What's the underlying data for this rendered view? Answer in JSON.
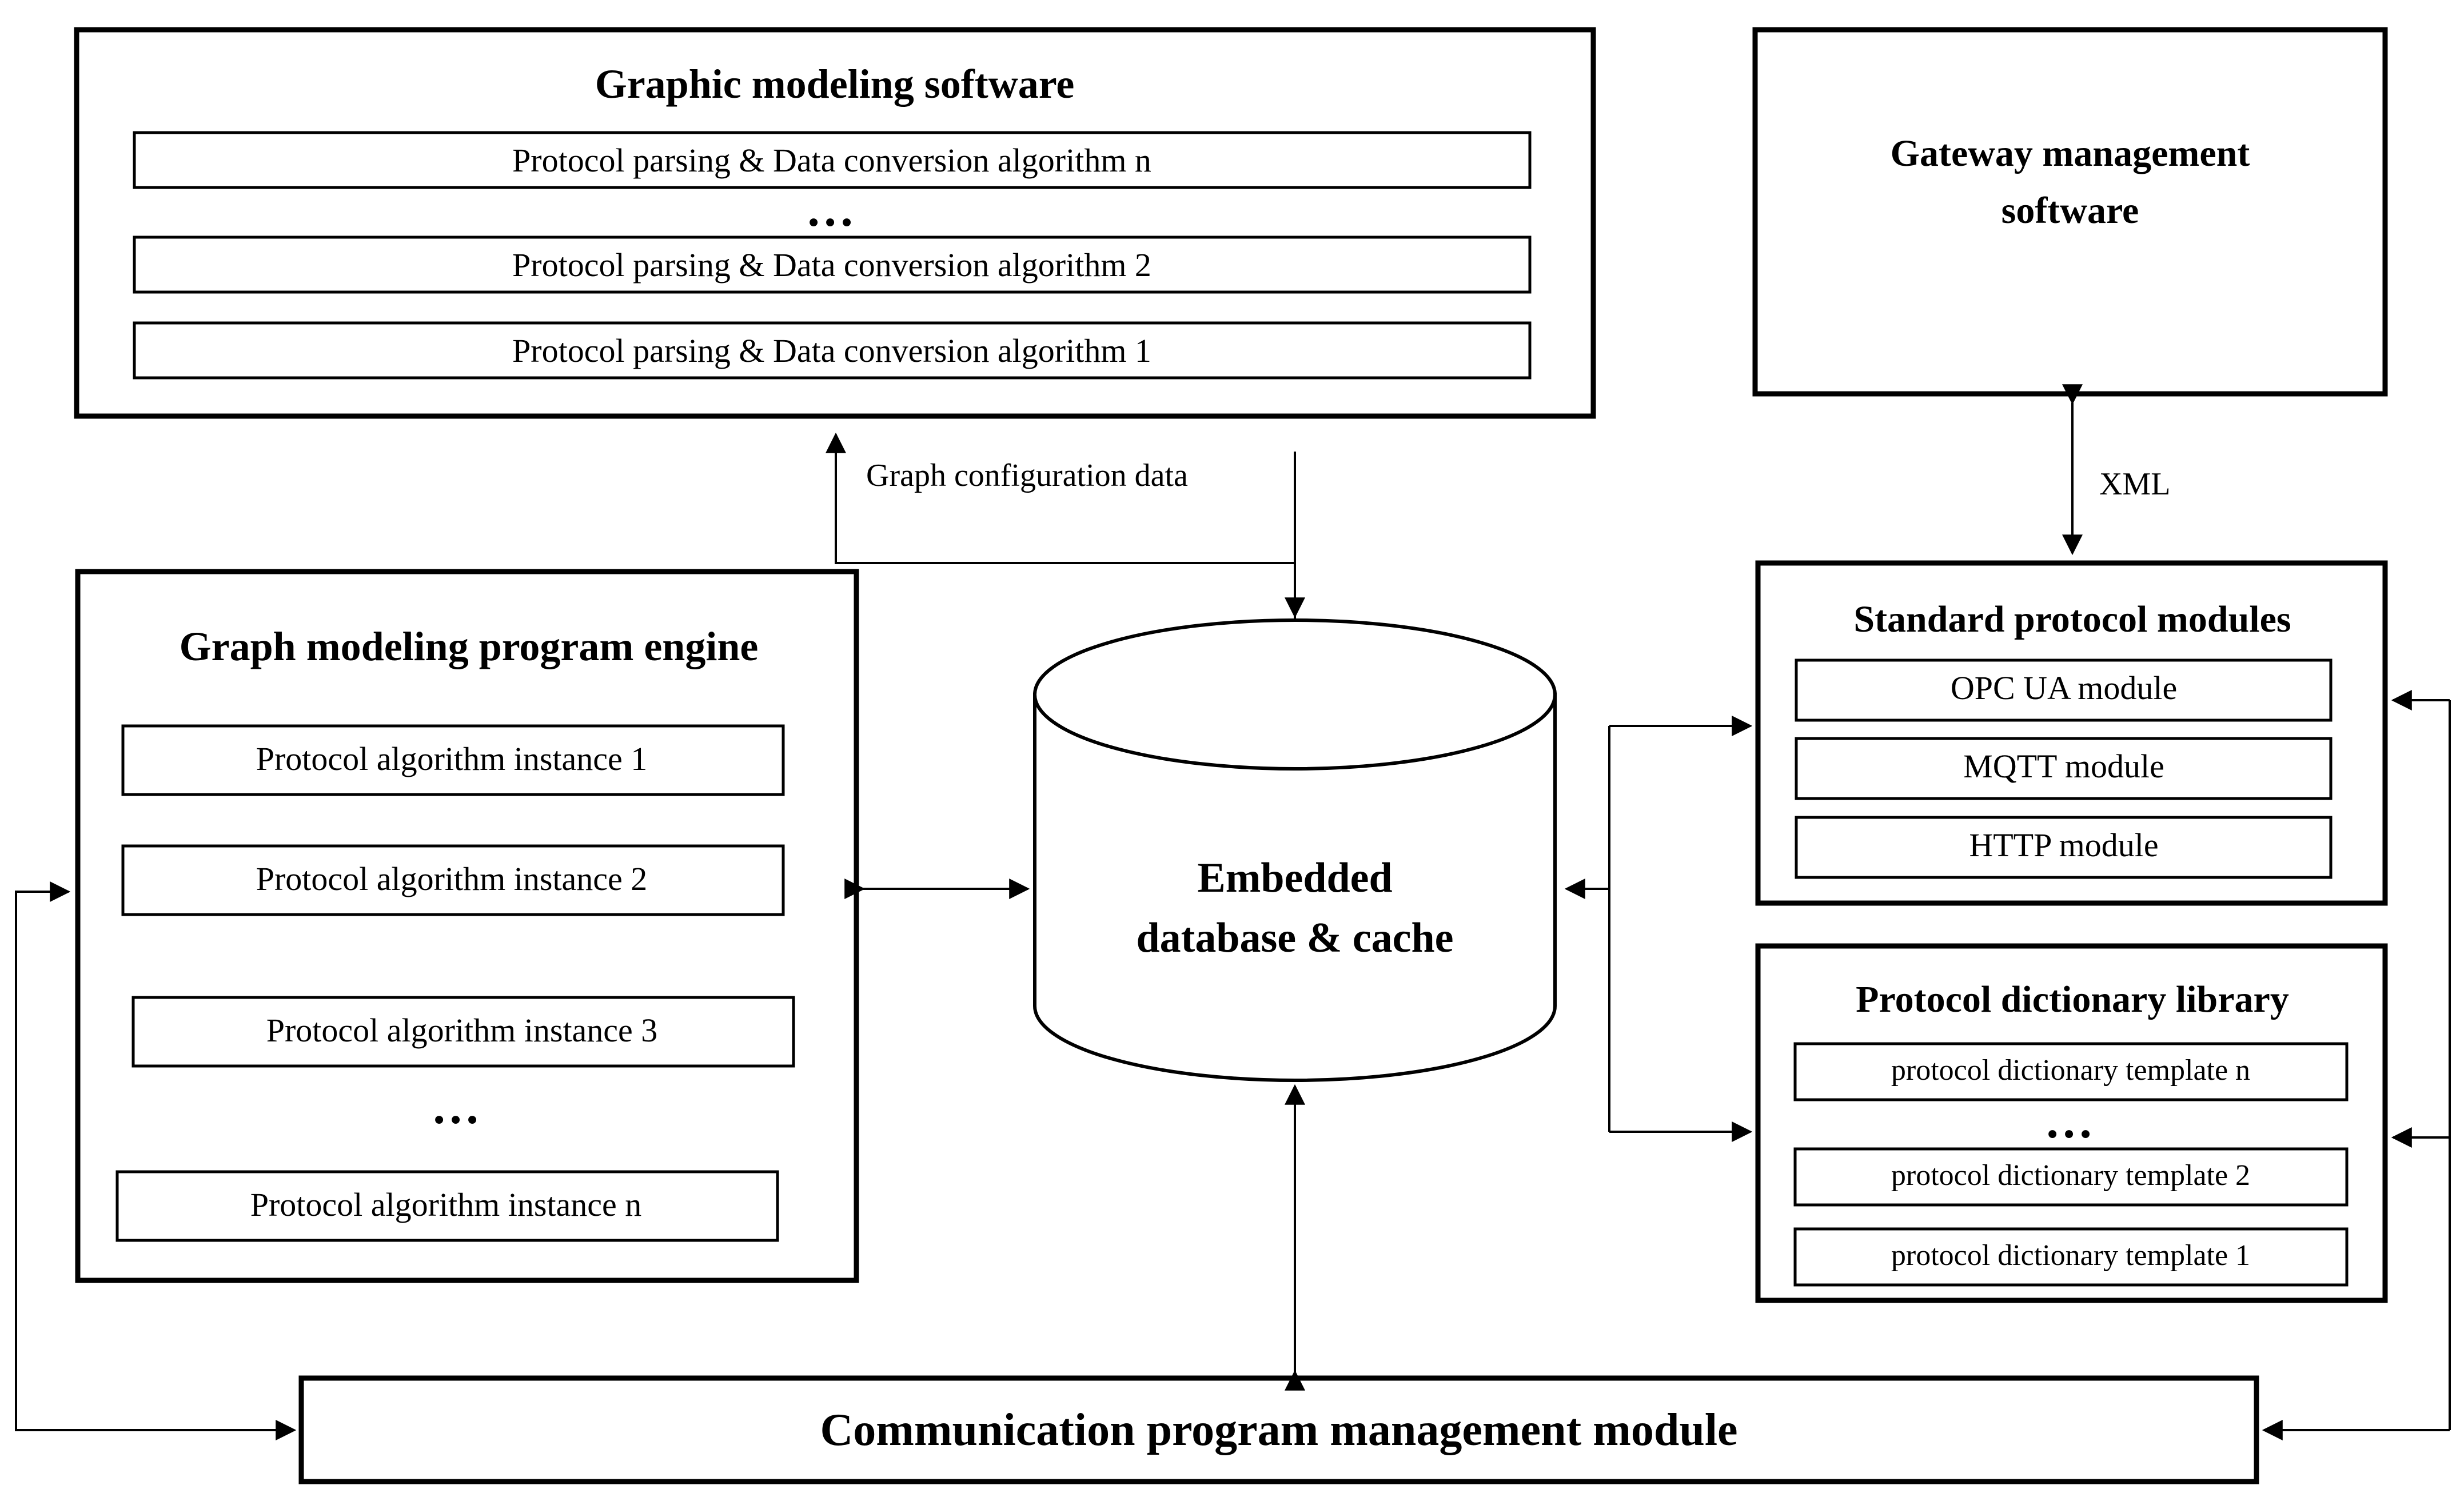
{
  "diagram": {
    "type": "architecture-block-diagram",
    "title_visible": false,
    "ellipsis_glyph": "…"
  },
  "graphic_modeling_software": {
    "title": "Graphic modeling software",
    "items": [
      "Protocol parsing & Data conversion algorithm n",
      "Protocol parsing & Data conversion algorithm 2",
      "Protocol parsing & Data conversion algorithm 1"
    ],
    "ellipsis_after_index": 0
  },
  "gateway_management_software": {
    "title_line1": "Gateway management",
    "title_line2": "software"
  },
  "graph_modeling_program_engine": {
    "title": "Graph modeling program engine",
    "items": [
      "Protocol algorithm instance 1",
      "Protocol algorithm instance 2",
      "Protocol algorithm instance 3",
      "Protocol algorithm instance n"
    ],
    "ellipsis_after_index": 2
  },
  "embedded_database": {
    "title_line1": "Embedded",
    "title_line2": "database & cache"
  },
  "standard_protocol_modules": {
    "title": "Standard protocol modules",
    "items": [
      "OPC UA module",
      "MQTT module",
      "HTTP module"
    ]
  },
  "protocol_dictionary_library": {
    "title": "Protocol dictionary library",
    "items": [
      "protocol dictionary template n",
      "protocol dictionary template 2",
      "protocol dictionary template 1"
    ],
    "ellipsis_after_index": 0
  },
  "communication_module": {
    "title": "Communication program management module"
  },
  "edge_labels": {
    "graph_config_data": "Graph configuration data",
    "xml": "XML"
  },
  "colors": {
    "stroke": "#000000",
    "background": "#ffffff"
  }
}
